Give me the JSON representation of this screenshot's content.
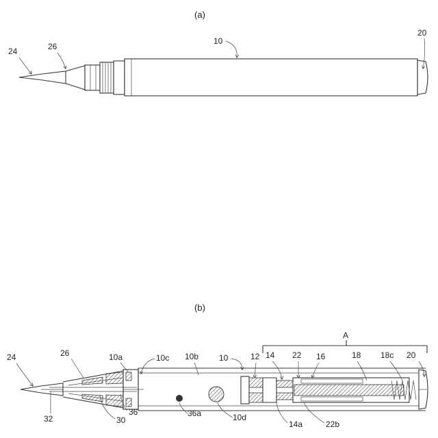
{
  "figure_a": {
    "caption": "(a)",
    "labels": {
      "body": "10",
      "cap": "20",
      "tip": "24",
      "nozzle": "26"
    }
  },
  "figure_b": {
    "caption": "(b)",
    "labels": {
      "tip": "24",
      "nozzle": "26",
      "body_front": "10a",
      "body_joint": "10c",
      "body_mid": "10b",
      "body": "10",
      "part12": "12",
      "part14": "14",
      "part22": "22",
      "part16": "16",
      "part18": "18",
      "part18c": "18c",
      "cap": "20",
      "part32": "32",
      "part30": "30",
      "part36": "36",
      "part36a": "36a",
      "part10d": "10d",
      "part14a": "14a",
      "part22b": "22b",
      "section_a": "A"
    }
  }
}
